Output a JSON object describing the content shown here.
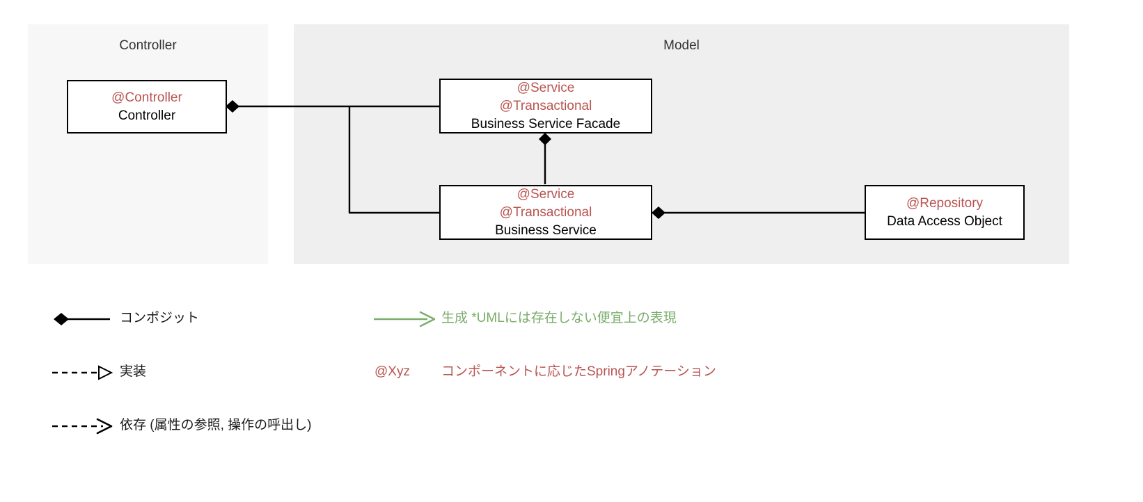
{
  "diagram": {
    "title_hidden": "Spring MVC layered architecture UML diagram",
    "panels": [
      {
        "id": "controller",
        "label": "Controller",
        "bg": "#f7f7f7"
      },
      {
        "id": "model",
        "label": "Model",
        "bg": "#efefef"
      }
    ],
    "boxes": [
      {
        "id": "controller-class",
        "annotations": [
          "@Controller"
        ],
        "name": "Controller"
      },
      {
        "id": "business-service-facade",
        "annotations": [
          "@Service",
          "@Transactional"
        ],
        "name": "Business Service Facade"
      },
      {
        "id": "business-service",
        "annotations": [
          "@Service",
          "@Transactional"
        ],
        "name": "Business Service"
      },
      {
        "id": "data-access-object",
        "annotations": [
          "@Repository"
        ],
        "name": "Data Access Object"
      }
    ],
    "colors": {
      "annotation_red": "#b85450",
      "generate_green": "#7aad6b",
      "line_black": "#000000",
      "controller_panel_bg": "#f7f7f7",
      "model_panel_bg": "#efefef",
      "box_fill": "#ffffff",
      "title_text": "#333333"
    }
  },
  "legend": {
    "left_column": [
      {
        "id": "composite",
        "key": "solid-line-filled-diamond",
        "label": "コンポジット"
      },
      {
        "id": "realization",
        "key": "dashed-line-hollow-triangle",
        "label": "実装"
      },
      {
        "id": "dependency",
        "key": "dashed-line-open-arrow",
        "label": "依存 (属性の参照, 操作の呼出し)"
      }
    ],
    "right_column": [
      {
        "id": "generate",
        "key": "solid-green-arrow",
        "label": "生成 *UMLには存在しない便宜上の表現"
      },
      {
        "id": "annotation",
        "key": "text",
        "token": "@Xyz",
        "label": "コンポーネントに応じたSpringアノテーション"
      }
    ]
  }
}
